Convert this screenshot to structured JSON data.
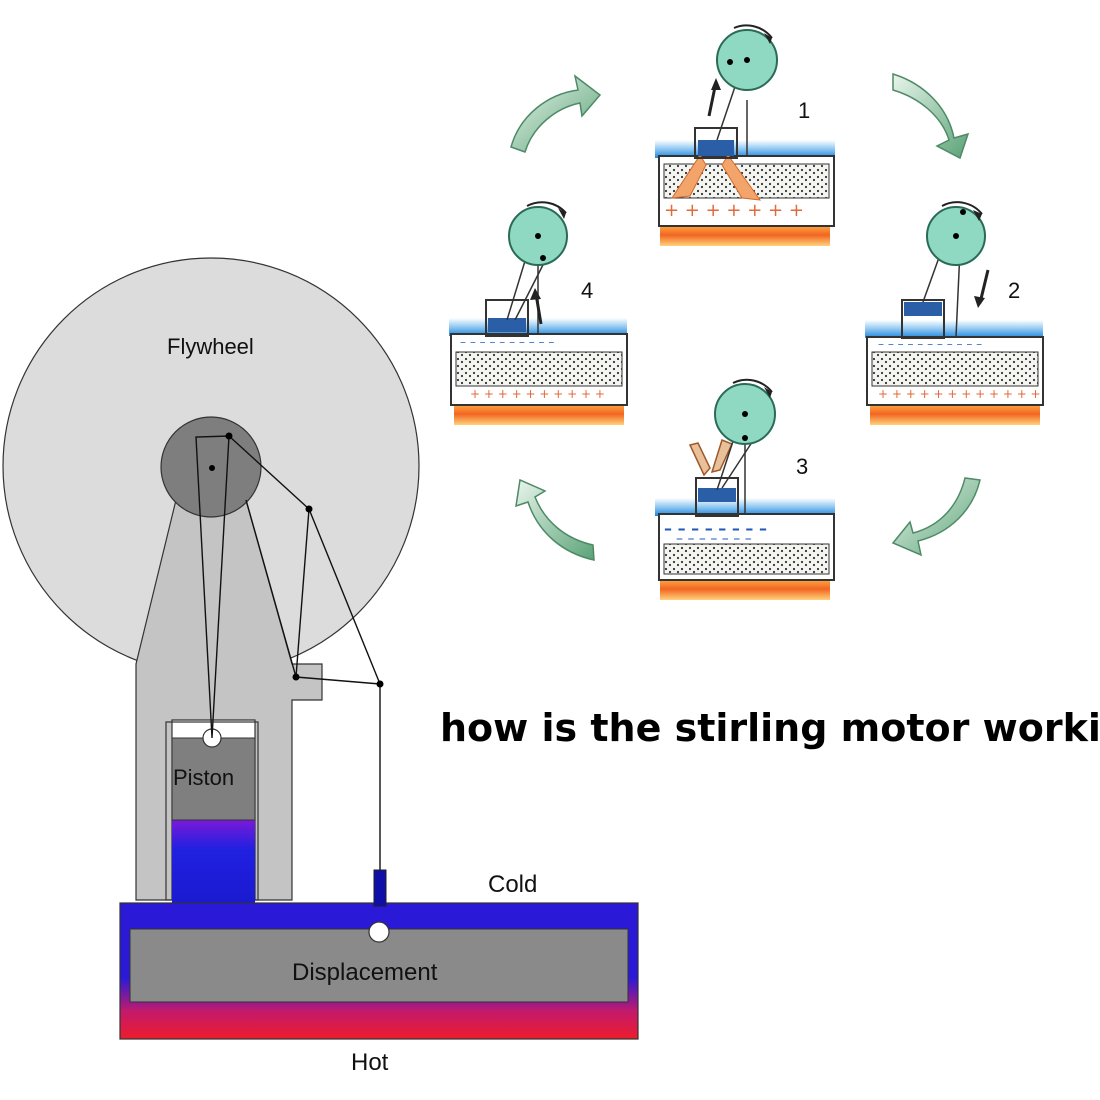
{
  "title": "how is the stirling motor working",
  "labels": {
    "flywheel": "Flywheel",
    "piston": "Piston",
    "cold": "Cold",
    "displacement": "Displacement",
    "hot": "Hot"
  },
  "steps": [
    {
      "number": "1"
    },
    {
      "number": "2"
    },
    {
      "number": "3"
    },
    {
      "number": "4"
    }
  ],
  "colors": {
    "flywheel": "#dddddd",
    "frame": "#c6c6c6",
    "hub": "#7d7d7d",
    "piston": "#7f7f7f",
    "gas_blue": "#1a1ad0",
    "hot_red": "#ee1c2c",
    "wheel_teal": "#8fd9c2",
    "arrow_green": "#79b28c",
    "cold_water": "#3d9ee6",
    "flame": "#f0501a"
  }
}
